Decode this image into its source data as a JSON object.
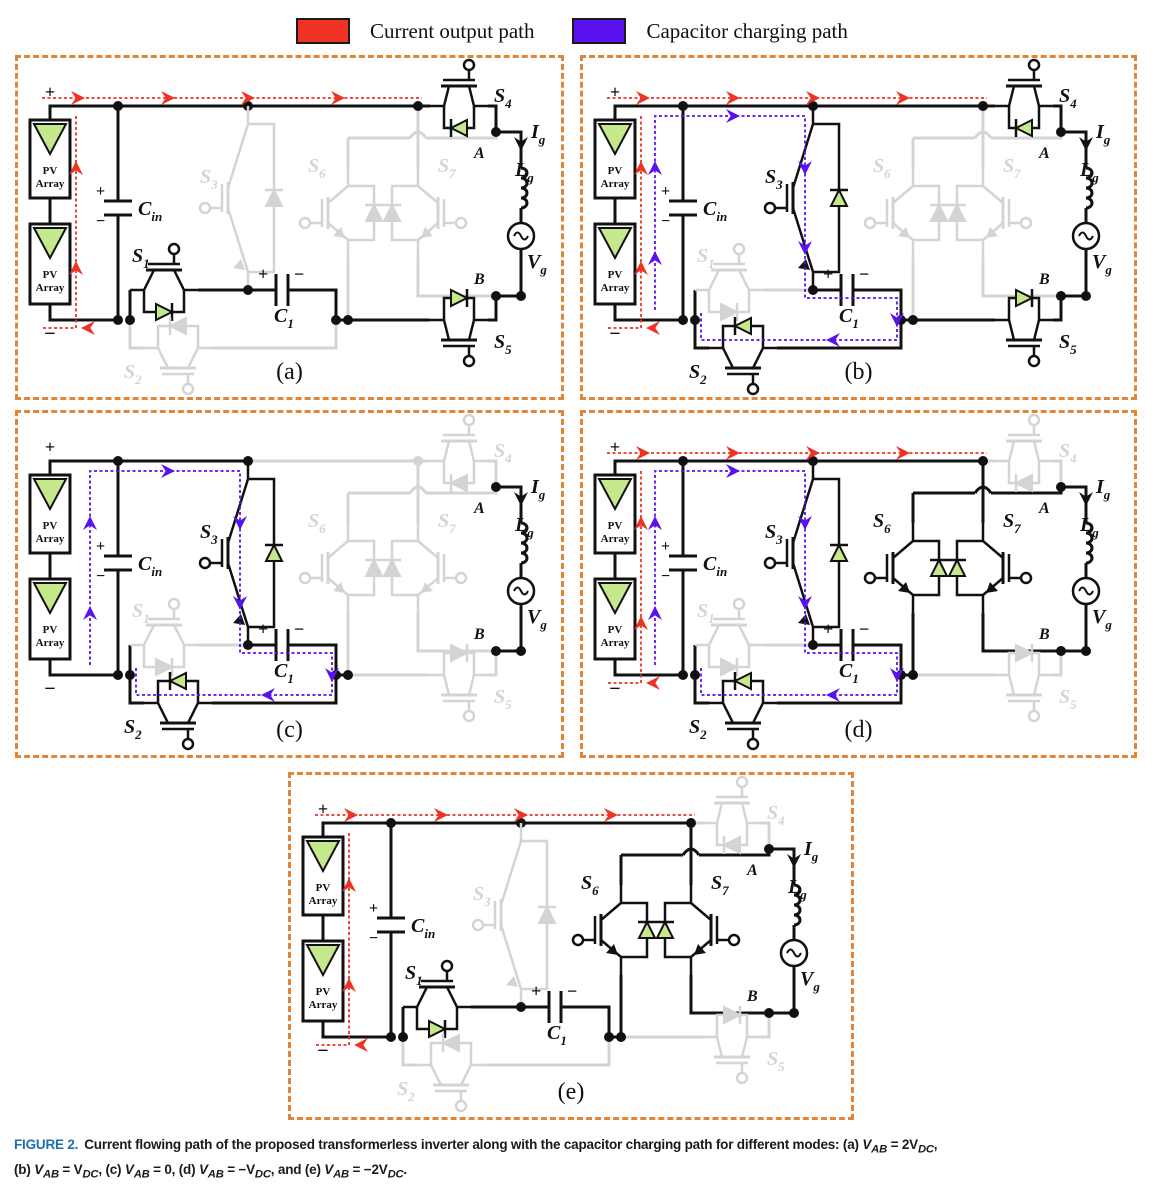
{
  "legend": {
    "items": [
      {
        "label": "Current output path",
        "color": "#ee3324"
      },
      {
        "label": "Capacitor charging path",
        "color": "#5b10f0"
      }
    ]
  },
  "colors": {
    "panel_border": "#e0863a",
    "active_wire": "#111111",
    "inactive_wire": "#d4d4d4",
    "pv_fill": "#c6e88c",
    "output_path": "#ee3324",
    "charging_path": "#5b10f0",
    "caption_accent": "#1f6fb0"
  },
  "labels": {
    "pv_array_line1": "PV",
    "pv_array_line2": "Array",
    "cin": "C",
    "cin_sub": "in",
    "c1": "C",
    "c1_sub": "1",
    "ig": "I",
    "ig_sub": "g",
    "lg": "L",
    "lg_sub": "g",
    "vg": "V",
    "vg_sub": "g",
    "node_a": "A",
    "node_b": "B",
    "plus": "+",
    "minus": "−",
    "switch_prefix": "S"
  },
  "panels": [
    {
      "id": "a",
      "label": "(a)",
      "mode": "V_AB = 2V_DC",
      "active_switches": [
        "S1",
        "S4",
        "S5"
      ],
      "output_path": true,
      "charging_path": false
    },
    {
      "id": "b",
      "label": "(b)",
      "mode": "V_AB = V_DC",
      "active_switches": [
        "S2",
        "S3",
        "S4",
        "S5"
      ],
      "output_path": true,
      "charging_path": true
    },
    {
      "id": "c",
      "label": "(c)",
      "mode": "V_AB = 0",
      "active_switches": [
        "S2",
        "S3"
      ],
      "output_path": false,
      "charging_path": true
    },
    {
      "id": "d",
      "label": "(d)",
      "mode": "V_AB = −V_DC",
      "active_switches": [
        "S2",
        "S3",
        "S6",
        "S7"
      ],
      "output_path": true,
      "charging_path": true
    },
    {
      "id": "e",
      "label": "(e)",
      "mode": "V_AB = −2V_DC",
      "active_switches": [
        "S1",
        "S6",
        "S7"
      ],
      "output_path": true,
      "charging_path": false
    }
  ],
  "caption": {
    "figure_label": "FIGURE 2.",
    "text_line1": "Current flowing path of the proposed transformerless inverter along with the capacitor charging path for different modes: (a) ",
    "modes": [
      {
        "prefix": "(a) ",
        "expr": "V",
        "sub": "AB",
        "rhs": " = 2V",
        "rhs_sub": "DC",
        "sep": ", "
      },
      {
        "prefix": "(b) ",
        "expr": "V",
        "sub": "AB",
        "rhs": " = V",
        "rhs_sub": "DC",
        "sep": ", "
      },
      {
        "prefix": "(c) ",
        "expr": "V",
        "sub": "AB",
        "rhs": " = 0",
        "rhs_sub": "",
        "sep": ", "
      },
      {
        "prefix": "(d) ",
        "expr": "V",
        "sub": "AB",
        "rhs": " = −V",
        "rhs_sub": "DC",
        "sep": ", and "
      },
      {
        "prefix": "(e) ",
        "expr": "V",
        "sub": "AB",
        "rhs": " = −2V",
        "rhs_sub": "DC",
        "sep": "."
      }
    ],
    "lead": "Current flowing path of the proposed transformerless inverter along with the capacitor charging path for different modes: "
  }
}
